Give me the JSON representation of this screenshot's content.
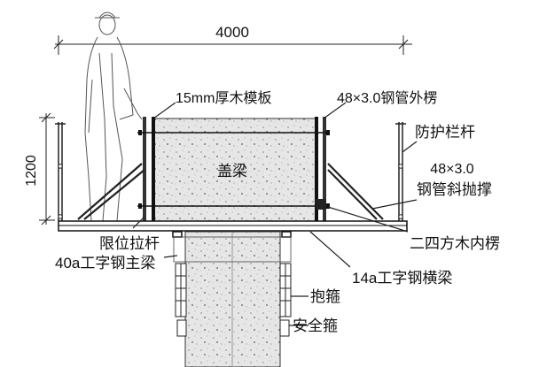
{
  "dimensions": {
    "width_label": "4000",
    "height_label": "1200"
  },
  "labels": {
    "formwork": "15mm厚木模板",
    "outer_pipe": "48×3.0钢管外楞",
    "guardrail": "防护栏杆",
    "cap_beam": "盖梁",
    "brace_line1": "48×3.0",
    "brace_line2": "钢管斜抛撑",
    "tie_rod": "限位拉杆",
    "inner_timber": "二四方木内楞",
    "main_beam": "40a工字钢主梁",
    "cross_beam": "14a工字钢横梁",
    "hoop": "抱箍",
    "safety_hoop": "安全箍"
  }
}
